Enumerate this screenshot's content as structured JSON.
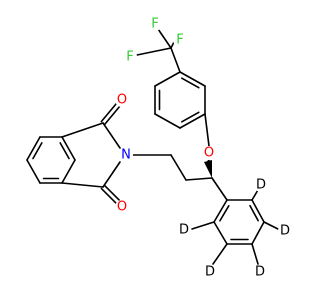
{
  "colors": {
    "bond": "#000000",
    "carbon_label": "#000000",
    "oxygen": "#ff0000",
    "nitrogen": "#0000ff",
    "fluorine": "#33cc33",
    "deuterium": "#000000",
    "background": "#ffffff"
  },
  "atoms": {
    "f_top": "F",
    "f_left": "F",
    "f_right": "F",
    "o_ether": "O",
    "o_carbonyl_top": "O",
    "o_carbonyl_bottom": "O",
    "n_imide": "N",
    "d_1": "D",
    "d_2": "D",
    "d_3": "D",
    "d_4": "D",
    "d_5": "D"
  }
}
